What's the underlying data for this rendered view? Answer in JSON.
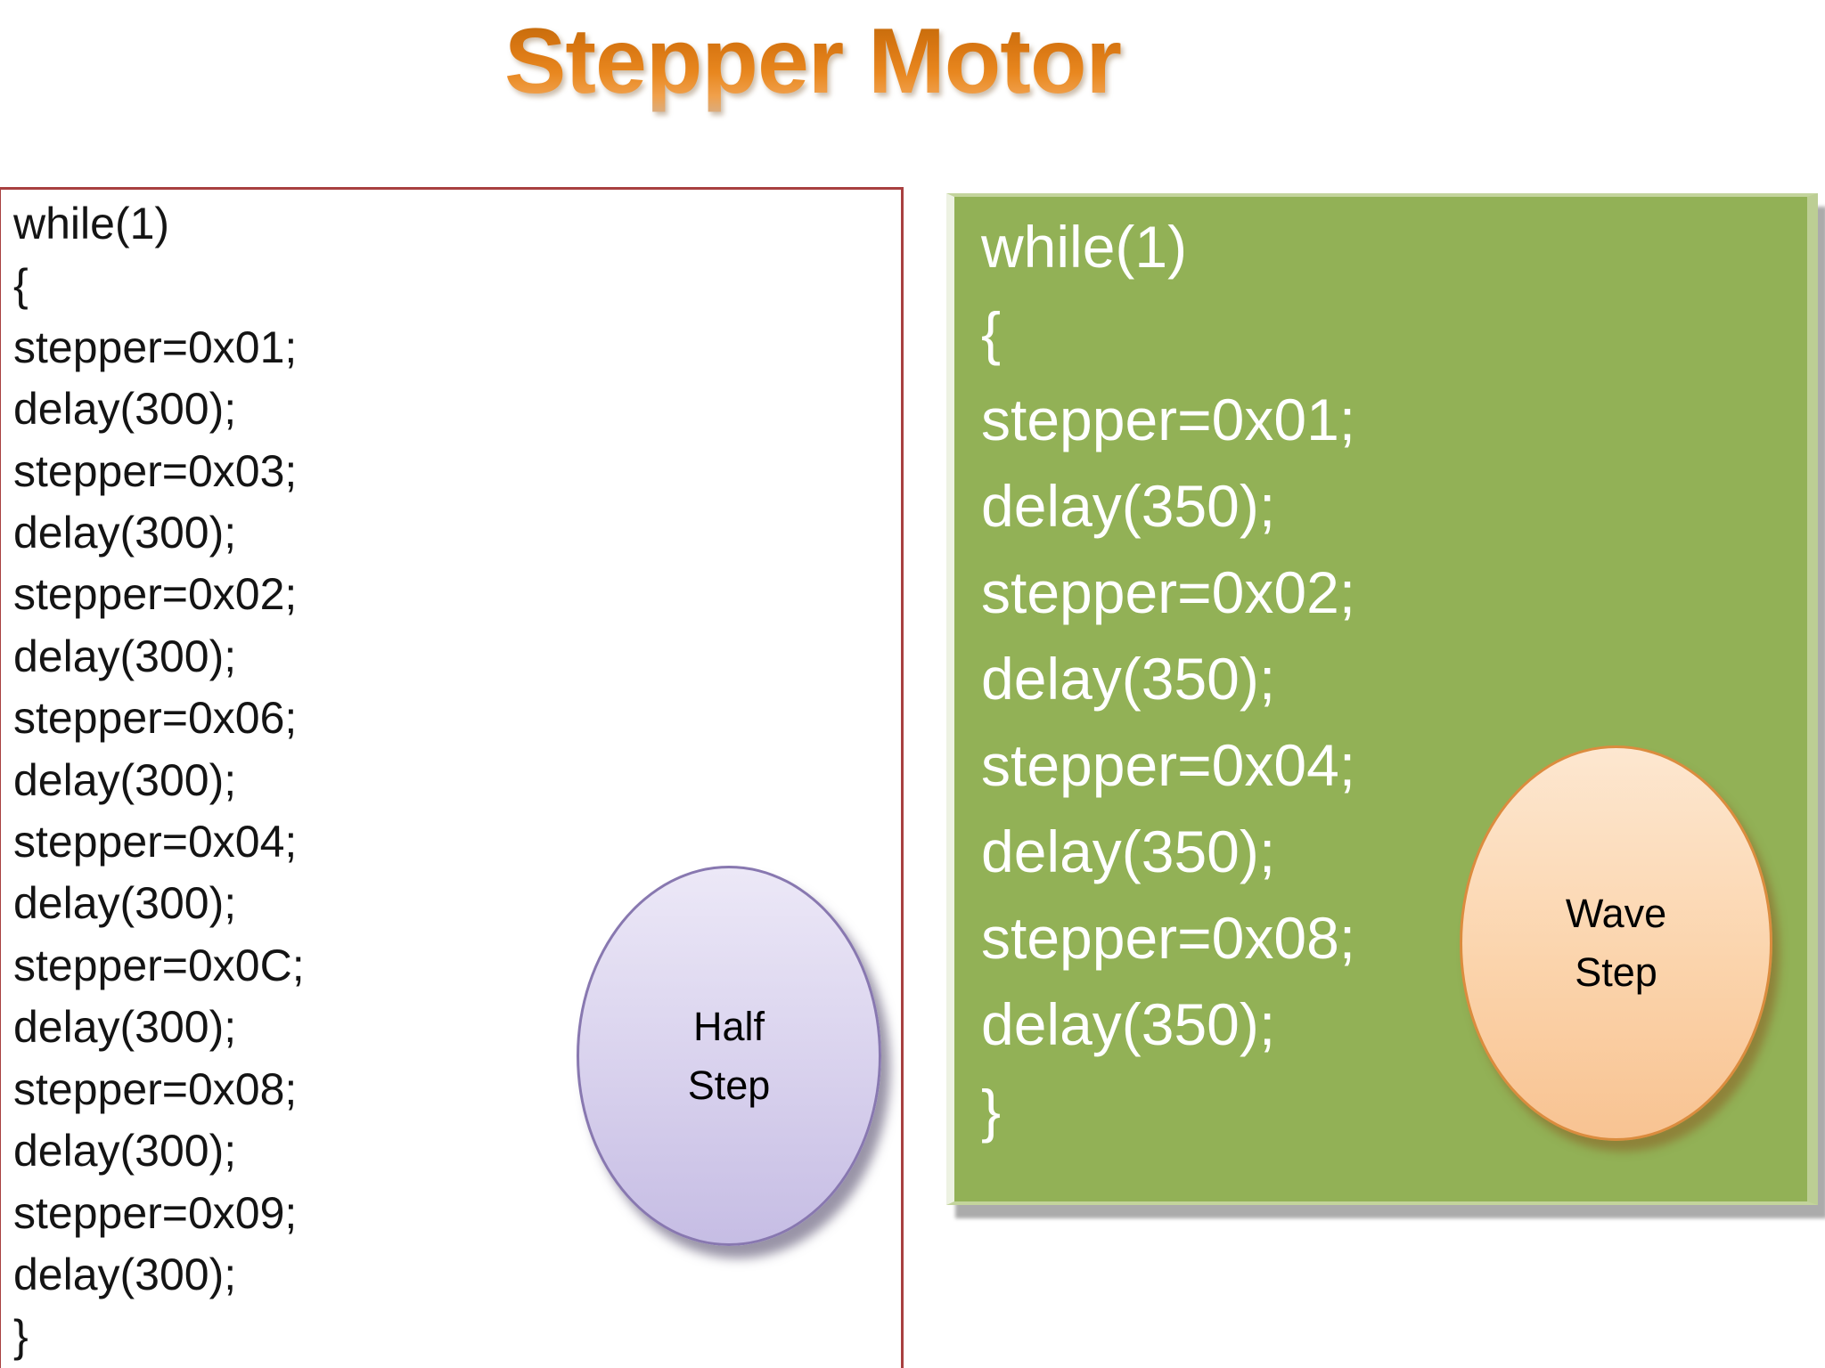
{
  "slide": {
    "title": "Stepper Motor",
    "half_step": {
      "label": "Half Step",
      "delay_ms": "300",
      "code_lines": [
        "while(1)",
        "{",
        "stepper=0x01;",
        "delay(300);",
        "stepper=0x03;",
        "delay(300);",
        "stepper=0x02;",
        "delay(300);",
        "stepper=0x06;",
        "delay(300);",
        "stepper=0x04;",
        "delay(300);",
        "stepper=0x0C;",
        "delay(300);",
        "stepper=0x08;",
        "delay(300);",
        "stepper=0x09;",
        "delay(300);",
        "}"
      ]
    },
    "wave_step": {
      "label": "Wave Step",
      "delay_ms": "350",
      "code_lines": [
        "while(1)",
        "{",
        "stepper=0x01;",
        "delay(350);",
        "stepper=0x02;",
        "delay(350);",
        "stepper=0x04;",
        "delay(350);",
        "stepper=0x08;",
        "delay(350);",
        "}"
      ]
    },
    "colors": {
      "title_orange": "#DE7E17",
      "left_panel_border": "#A84040",
      "left_panel_gradient_top": "#FCEDEE",
      "left_panel_gradient_bottom": "#FCA4A4",
      "left_code_text": "#141414",
      "right_panel_green": "#92B156",
      "right_code_text": "#FFFFFF",
      "half_ellipse_fill": "#D8D1ED",
      "half_ellipse_border": "#8878B0",
      "wave_ellipse_fill": "#FBD4AC",
      "wave_ellipse_border": "#DB8C3E"
    }
  }
}
